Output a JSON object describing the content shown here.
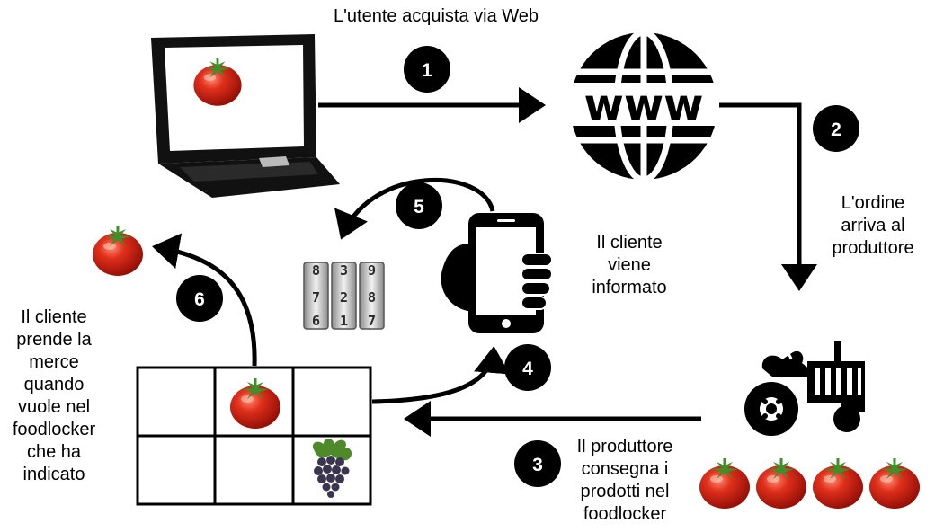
{
  "labels": {
    "step1_text": "L'utente acquista via Web",
    "step2_line1": "L'ordine",
    "step2_line2": "arriva al",
    "step2_line3": "produttore",
    "step3_line1": "Il produttore",
    "step3_line2": "consegna i",
    "step3_line3": "prodotti nel",
    "step3_line4": "foodlocker",
    "step4_line1": "Il cliente",
    "step4_line2": "viene",
    "step4_line3": "informato",
    "step6_line1": "Il cliente",
    "step6_line2": "prende la",
    "step6_line3": "merce",
    "step6_line4": "quando",
    "step6_line5": "vuole nel",
    "step6_line6": "foodlocker",
    "step6_line7": "che ha",
    "step6_line8": "indicato"
  },
  "badges": [
    "1",
    "2",
    "3",
    "4",
    "5",
    "6"
  ],
  "www_text": "www",
  "lock_digits": [
    [
      "8",
      "7",
      "6"
    ],
    [
      "3",
      "2",
      "1"
    ],
    [
      "9",
      "8",
      "7"
    ]
  ],
  "colors": {
    "tomato": "#d92a1a",
    "tomato_leaf": "#3f8f2a",
    "grape": "#3b3550",
    "ink": "#000000"
  }
}
